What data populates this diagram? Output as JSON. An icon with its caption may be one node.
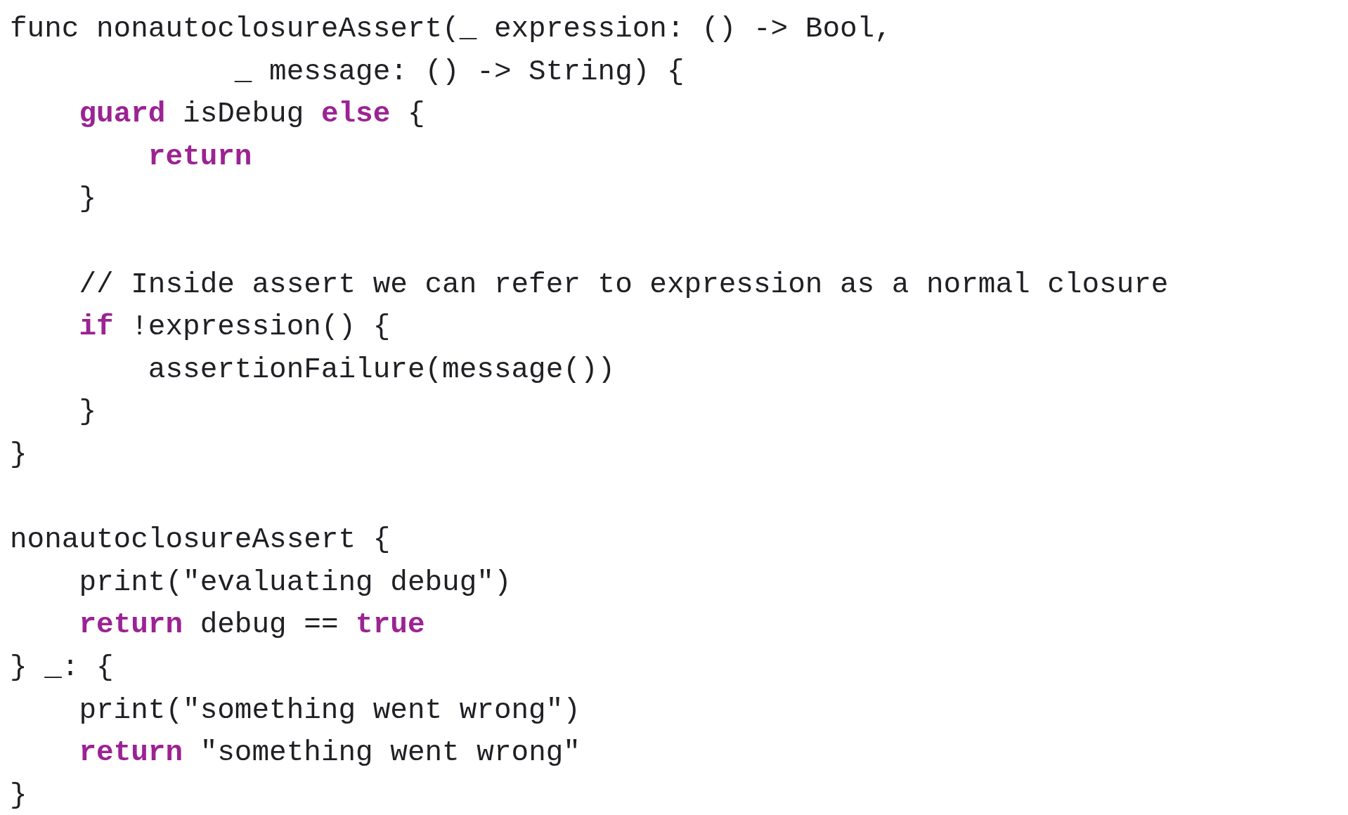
{
  "diagram": {
    "labels": [
      "func nonautoclosureAssert(_ expression: () -> Bool,",
      "             _ message: () -> String) {",
      "    **guard** isDebug **else** {",
      "        **return**",
      "    }",
      "    // Inside assert we can refer to expression as a normal closure",
      "    **if** !expression() {",
      "        assertionFailure(message())",
      "    }",
      "}",
      "nonautoclosureAssert {",
      "    print(\"evaluating debug\")",
      "    **return** debug == **true**",
      "} _: {",
      "    print(\"something went wrong\")",
      "    **return** \"something went wrong\"",
      "}"
    ]
  }
}
